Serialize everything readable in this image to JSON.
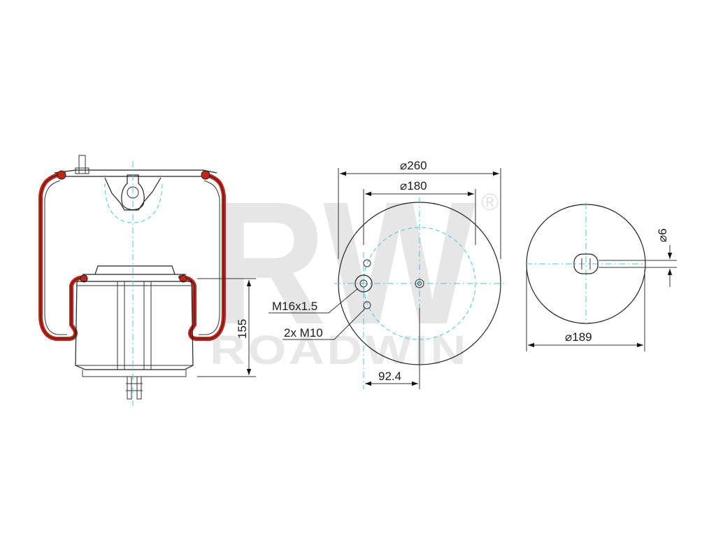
{
  "watermark": {
    "logo_letters": "RW",
    "brand": "ROADWIN",
    "registered_mark": "®"
  },
  "dimensions": {
    "outer_diameter": "⌀260",
    "inner_diameter": "⌀180",
    "offset": "92.4",
    "height": "155",
    "piston_diameter": "⌀189",
    "hole_diameter": "⌀6"
  },
  "callouts": {
    "thread_main": "M16x1.5",
    "thread_secondary": "2x M10"
  },
  "colors": {
    "bellow": "#c0261c",
    "centerline": "#4fc3d9",
    "outline": "#222222",
    "watermark": "#e6e6e6"
  }
}
